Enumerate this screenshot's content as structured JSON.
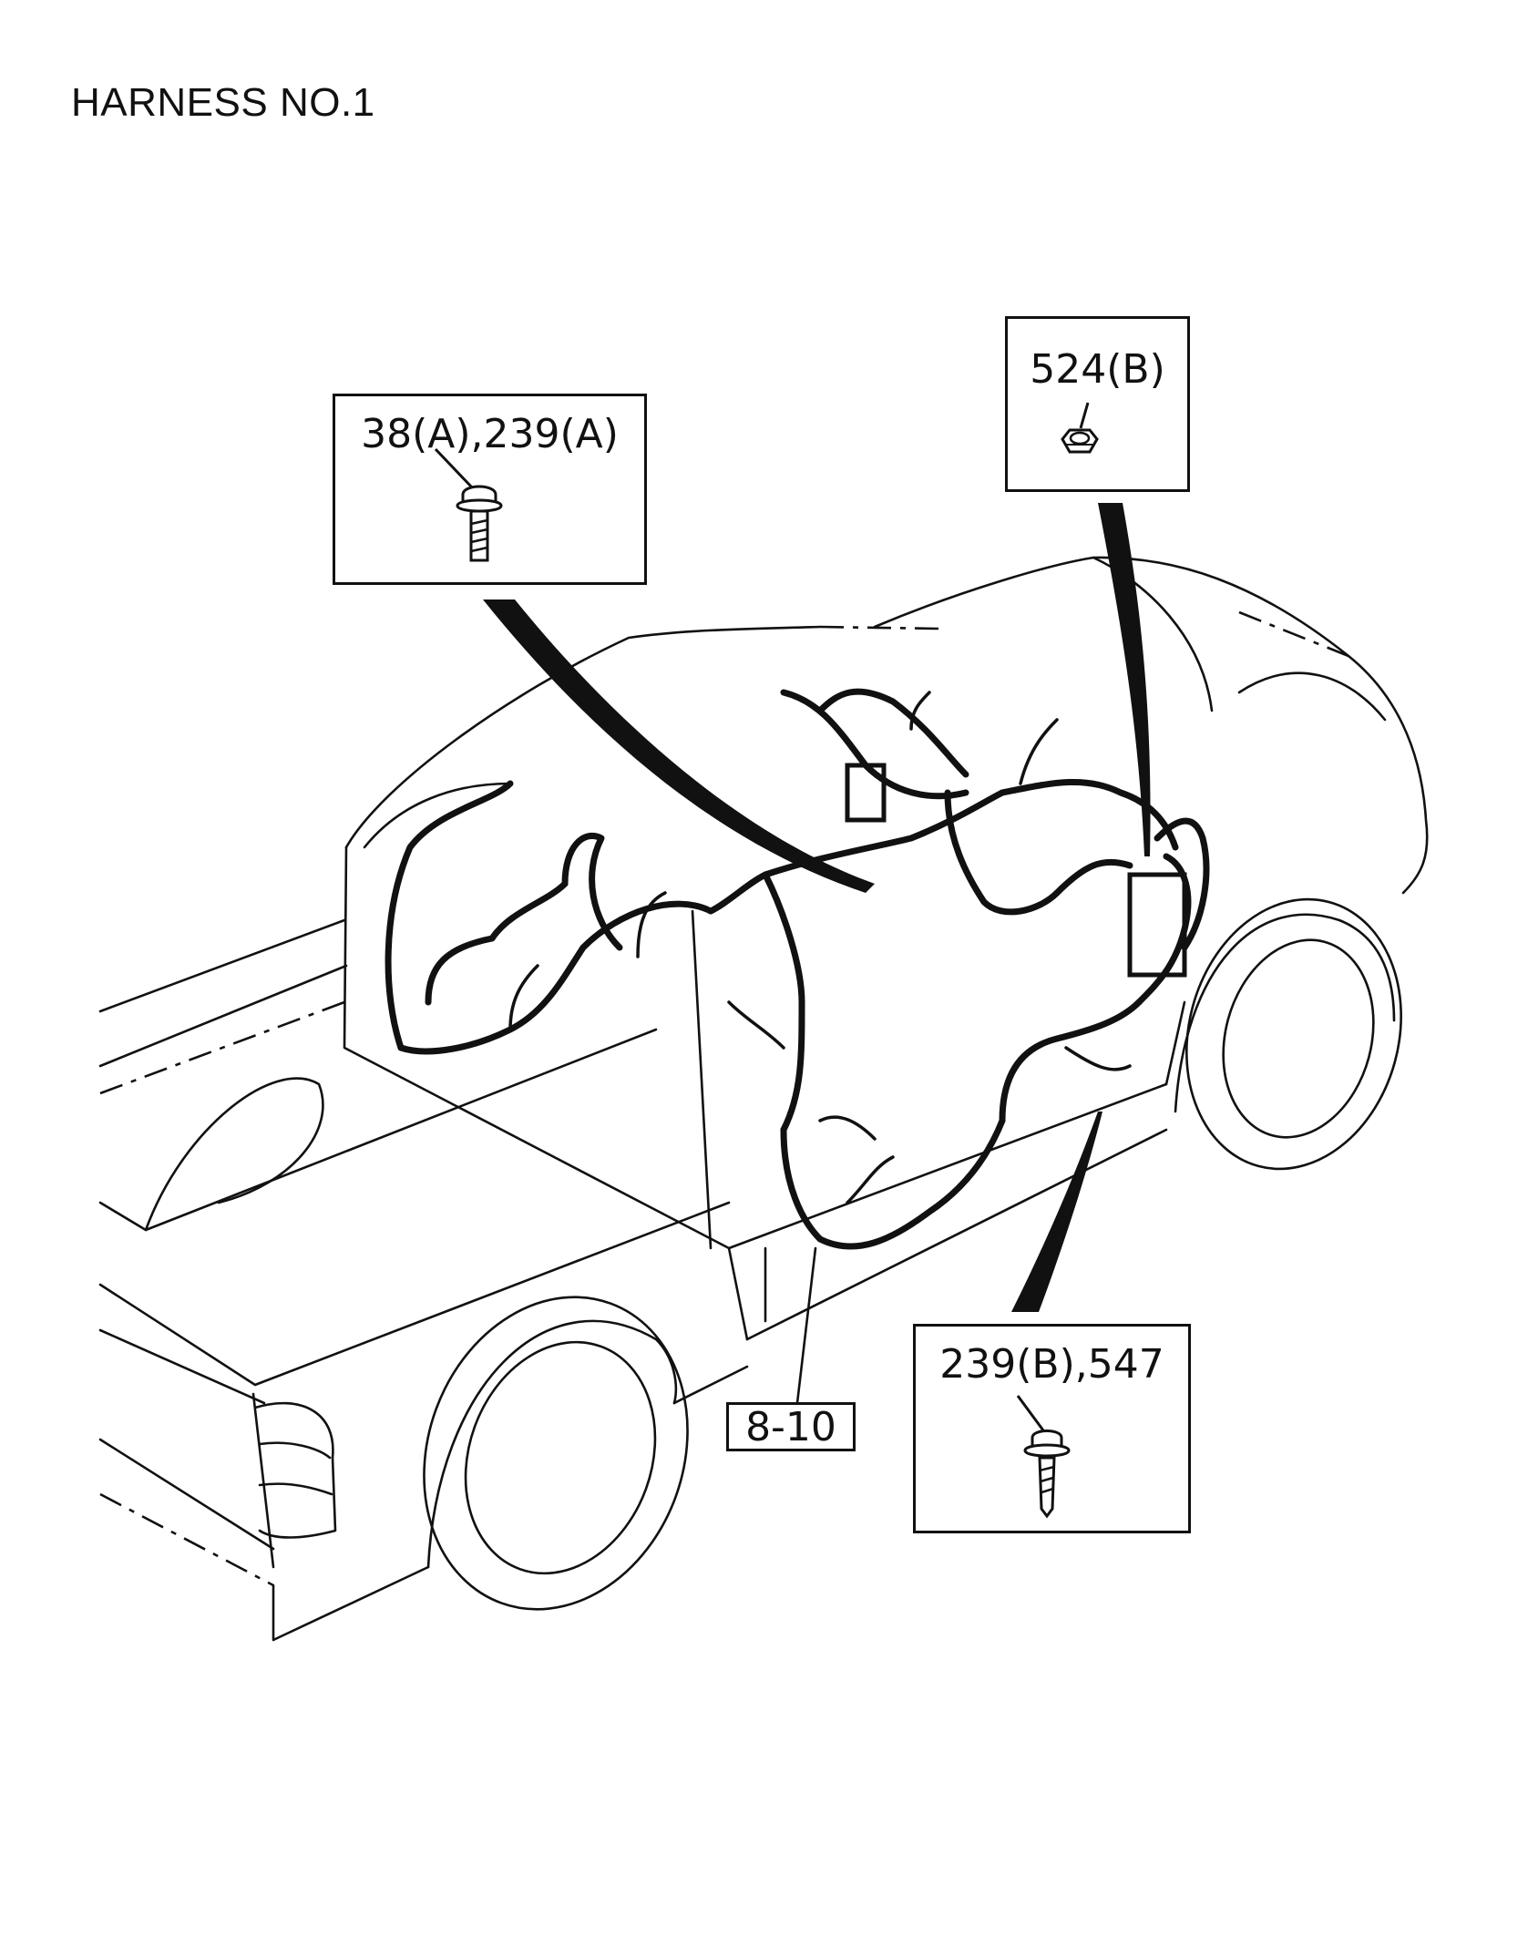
{
  "page": {
    "title": "HARNESS NO.1"
  },
  "callouts": {
    "bolt_a": {
      "label": "38(A),239(A)"
    },
    "nut_b": {
      "label": "524(B)"
    },
    "bolt_b": {
      "label": "239(B),547"
    },
    "ref": {
      "label": "8-10"
    }
  },
  "icons": {
    "bolt_a": "flange-bolt-icon",
    "nut_b": "nut-icon",
    "bolt_b": "washer-bolt-icon"
  }
}
